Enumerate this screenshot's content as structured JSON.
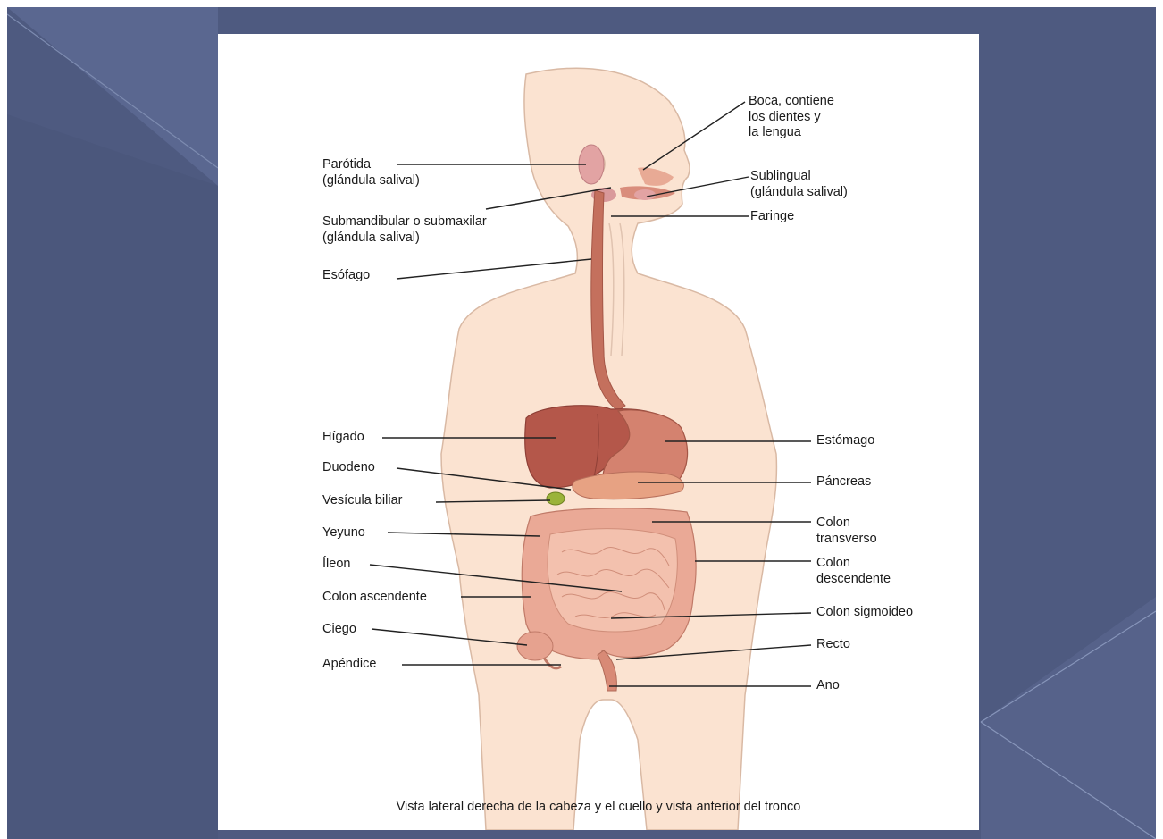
{
  "slide": {
    "background_color": "#4e5a80",
    "accent_line_color": "#7d8bb0"
  },
  "diagram": {
    "caption": "Vista lateral derecha de la cabeza y el cuello y vista anterior del tronco",
    "labels_left": [
      {
        "id": "parotida",
        "text": "Parótida\n(glándula salival)"
      },
      {
        "id": "submandibular",
        "text": "Submandibular o submaxilar\n(glándula salival)"
      },
      {
        "id": "esofago",
        "text": "Esófago"
      },
      {
        "id": "higado",
        "text": "Hígado"
      },
      {
        "id": "duodeno",
        "text": "Duodeno"
      },
      {
        "id": "vesicula",
        "text": "Vesícula biliar"
      },
      {
        "id": "yeyuno",
        "text": "Yeyuno"
      },
      {
        "id": "ileon",
        "text": "Íleon"
      },
      {
        "id": "colon-ascendente",
        "text": "Colon ascendente"
      },
      {
        "id": "ciego",
        "text": "Ciego"
      },
      {
        "id": "apendice",
        "text": "Apéndice"
      }
    ],
    "labels_right": [
      {
        "id": "boca",
        "text": "Boca, contiene\nlos dientes y\nla lengua"
      },
      {
        "id": "sublingual",
        "text": "Sublingual\n(glándula salival)"
      },
      {
        "id": "faringe",
        "text": "Faringe"
      },
      {
        "id": "estomago",
        "text": "Estómago"
      },
      {
        "id": "pancreas",
        "text": "Páncreas"
      },
      {
        "id": "colon-transverso",
        "text": "Colon\ntransverso"
      },
      {
        "id": "colon-descendente",
        "text": "Colon\ndescendente"
      },
      {
        "id": "colon-sigmoideo",
        "text": "Colon sigmoideo"
      },
      {
        "id": "recto",
        "text": "Recto"
      },
      {
        "id": "ano",
        "text": "Ano"
      }
    ],
    "colors": {
      "skin": "#fbe3d1",
      "skin_outline": "#d9b9a4",
      "organ_dark": "#b4574a",
      "organ_mid": "#d4826f",
      "intestine": "#f0b9a4",
      "gallbladder": "#9bb33a",
      "leader_line": "#222222"
    }
  }
}
